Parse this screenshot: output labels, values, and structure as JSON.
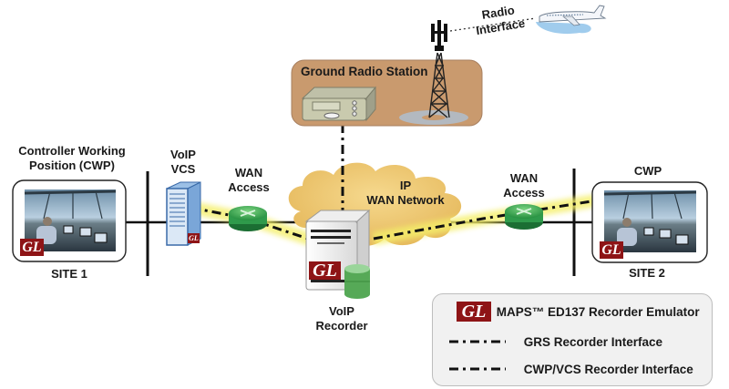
{
  "diagram": {
    "labels": {
      "cwp_site1": "Controller Working Position (CWP)",
      "cwp_site1_line1": "Controller Working",
      "cwp_site1_line2": "Position (CWP)",
      "site1": "SITE 1",
      "voip_vcs_line1": "VoIP",
      "voip_vcs_line2": "VCS",
      "wan_access_left_line1": "WAN",
      "wan_access_left_line2": "Access",
      "ground_radio_station": "Ground Radio Station",
      "radio_interface_line1": "Radio",
      "radio_interface_line2": "Interface",
      "ip_wan_line1": "IP",
      "ip_wan_line2": "WAN Network",
      "voip_recorder_line1": "VoIP",
      "voip_recorder_line2": "Recorder",
      "wan_access_right_line1": "WAN",
      "wan_access_right_line2": "Access",
      "cwp_site2": "CWP",
      "site2": "SITE 2",
      "gl_logo": "GL"
    },
    "nodes": [
      {
        "id": "cwp-site1",
        "type": "workstation-photo",
        "label": "Controller Working Position (CWP)",
        "site": "SITE 1"
      },
      {
        "id": "voip-vcs",
        "type": "server-rack",
        "label": "VoIP VCS"
      },
      {
        "id": "wan-access-left",
        "type": "router",
        "label": "WAN Access"
      },
      {
        "id": "ip-wan-network",
        "type": "cloud",
        "label": "IP WAN Network"
      },
      {
        "id": "voip-recorder",
        "type": "server-with-database",
        "label": "VoIP Recorder"
      },
      {
        "id": "wan-access-right",
        "type": "router",
        "label": "WAN Access"
      },
      {
        "id": "cwp-site2",
        "type": "workstation-photo",
        "label": "CWP",
        "site": "SITE 2"
      },
      {
        "id": "ground-radio-station",
        "type": "radio-station",
        "label": "Ground Radio Station"
      },
      {
        "id": "radio-tower",
        "type": "antenna-tower",
        "label": ""
      },
      {
        "id": "aircraft",
        "type": "airplane",
        "label": ""
      }
    ],
    "edges": [
      {
        "from": "cwp-site1",
        "to": "voip-vcs",
        "style": "solid"
      },
      {
        "from": "voip-vcs",
        "to": "wan-access-left",
        "style": "solid"
      },
      {
        "from": "wan-access-left",
        "to": "ip-wan-network",
        "style": "solid"
      },
      {
        "from": "ip-wan-network",
        "to": "wan-access-right",
        "style": "solid"
      },
      {
        "from": "wan-access-right",
        "to": "cwp-site2",
        "style": "solid"
      },
      {
        "from": "voip-vcs",
        "to": "voip-recorder",
        "style": "dash-dot",
        "interface": "CWP/VCS Recorder Interface"
      },
      {
        "from": "voip-recorder",
        "to": "cwp-site2",
        "style": "dash-dot",
        "interface": "CWP/VCS Recorder Interface"
      },
      {
        "from": "ground-radio-station",
        "to": "voip-recorder",
        "style": "dash-dot",
        "interface": "GRS Recorder Interface"
      },
      {
        "from": "radio-tower",
        "to": "aircraft",
        "style": "dotted",
        "label": "Radio Interface"
      }
    ]
  },
  "legend": {
    "items": [
      {
        "label": "MAPS™ ED137 Recorder Emulator",
        "symbol": "GL"
      },
      {
        "label": "GRS Recorder Interface",
        "symbol": "dash-dot-green-glow"
      },
      {
        "label": "CWP/VCS Recorder Interface",
        "symbol": "dash-dot-yellow-glow"
      }
    ]
  },
  "colors": {
    "gl_brand": "#8e1416",
    "grs_glow": "#8ee07a",
    "cwp_glow": "#f4f07a",
    "cloud": "#e8bf6a",
    "station_bg": "#c99a6e",
    "router": "#3bb05a",
    "server_blue": "#4a7fc1",
    "db_green": "#5cb85c"
  }
}
